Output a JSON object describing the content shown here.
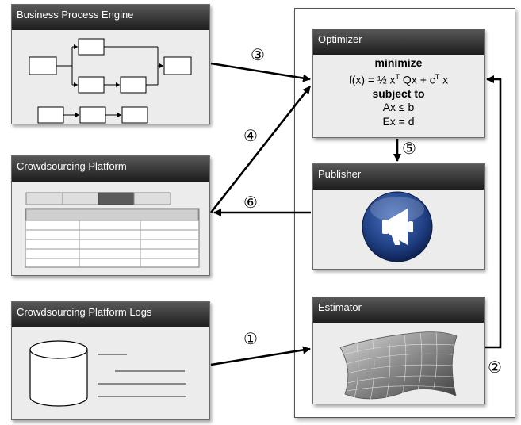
{
  "panels": {
    "business": {
      "title": "Business Process Engine"
    },
    "crowd": {
      "title": "Crowdsourcing Platform"
    },
    "logs": {
      "title": "Crowdsourcing Platform Logs"
    },
    "optimizer": {
      "title": "Optimizer",
      "line1": "minimize",
      "line2a": "f(x) = ½ x",
      "line2b": "T",
      "line2c": " Qx + c",
      "line2d": "T",
      "line2e": " x",
      "line3": "subject to",
      "line4": "Ax ≤ b",
      "line5": "Ex = d"
    },
    "publisher": {
      "title": "Publisher"
    },
    "estimator": {
      "title": "Estimator"
    }
  },
  "steps": {
    "s1": "①",
    "s2": "②",
    "s3": "③",
    "s4": "④",
    "s5": "⑤",
    "s6": "⑥"
  },
  "icons": {
    "publisher": "megaphone-icon",
    "estimator": "surface-mesh-icon",
    "logs": "database-icon"
  },
  "colors": {
    "header_dark": "#1d1d1d",
    "panel_bg": "#ececec",
    "megaphone_blue": "#1f3f82"
  }
}
